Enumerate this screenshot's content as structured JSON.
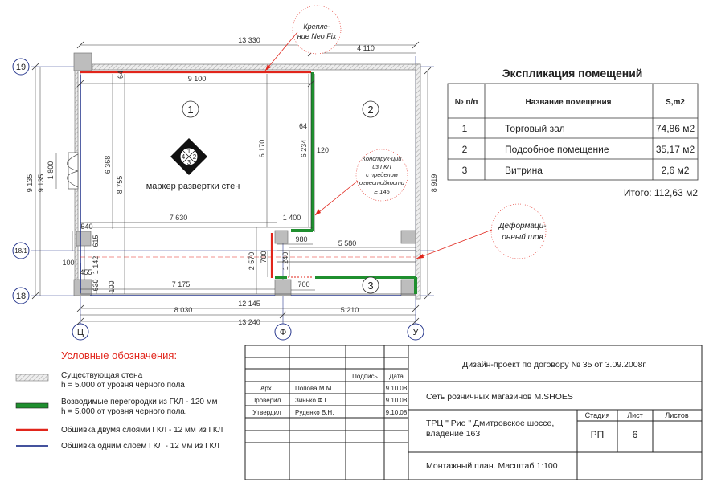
{
  "plan": {
    "axes": {
      "a19": "19",
      "a18_1": "18/1",
      "a18": "18",
      "ts": "Ц",
      "ef": "Ф",
      "u": "У"
    },
    "rooms": {
      "r1": "1",
      "r2": "2",
      "r3": "3"
    },
    "marker": {
      "label": "маркер развертки стен",
      "q1": "1",
      "q2": "2",
      "q3": "3",
      "q4": "4"
    },
    "callouts": {
      "neofix": "Крепле-\nние Neo Fix",
      "construct": "Конструк-ции\nиз ГКЛ\nс пределом\nогнестойкости\nЕ 145",
      "deform": "Деформаци-\nонный шов"
    },
    "dims": {
      "d13330": "13 330",
      "d4110": "4 110",
      "d9100": "9 100",
      "d64a": "64",
      "d64b": "64",
      "d6368": "6 368",
      "d8755": "8 755",
      "d6170": "6 170",
      "d6234": "6 234",
      "d120": "120",
      "d8919": "8 919",
      "d9135a": "9 135",
      "d9135b": "9 135",
      "d1800": "1 800",
      "d7630": "7 630",
      "d1400": "1 400",
      "d540": "540",
      "d615": "615",
      "d980": "980",
      "d5580": "5 580",
      "d100a": "100",
      "d1142": "1 142",
      "d2570": "2 570",
      "d700a": "700",
      "d1240": "1 240",
      "d455": "455",
      "d630": "630",
      "d100b": "100",
      "d7175": "7 175",
      "d700b": "700",
      "d12145": "12 145",
      "d8030": "8 030",
      "d5210": "5 210",
      "d13240": "13 240"
    }
  },
  "explication": {
    "title": "Экспликация помещений",
    "headers": {
      "num": "№ п/п",
      "name": "Название помещения",
      "area": "S,m2"
    },
    "rows": [
      {
        "num": "1",
        "name": "Торговый зал",
        "area": "74,86 м2"
      },
      {
        "num": "2",
        "name": "Подсобное помещение",
        "area": "35,17 м2"
      },
      {
        "num": "3",
        "name": "Витрина",
        "area": "2,6 м2"
      }
    ],
    "total": "Итого: 112,63 м2"
  },
  "legend": {
    "title": "Условные обозначения:",
    "items": [
      {
        "l1": "Существующая стена",
        "l2": "h = 5.000 от уровня черного пола"
      },
      {
        "l1": "Возводимые перегородки из ГКЛ - 120 мм",
        "l2": "h = 5.000 от уровня черного пола."
      },
      {
        "l1": "Обшивка двумя  слоями ГКЛ - 12  мм из ГКЛ",
        "l2": ""
      },
      {
        "l1": "Обшивка одним  слоем ГКЛ - 12  мм из ГКЛ",
        "l2": ""
      }
    ]
  },
  "stamp": {
    "contract": "Дизайн-проект по договору №   35   от    3.09.2008г.",
    "network": "Сеть розничных магазинов  M.SHOES",
    "location": "ТРЦ \" Рио \" Дмитровское шоссе,\nвладение 163",
    "sheet_title": "Монтажный план. Масштаб 1:100",
    "col_sign": "Подпись",
    "col_date": "Дата",
    "people": [
      {
        "role": "Арх.",
        "name": "Попова М.М.",
        "date": "9.10.08"
      },
      {
        "role": "Проверил.",
        "name": "Зинько Ф.Г.",
        "date": "9.10.08"
      },
      {
        "role": "Утвердил",
        "name": "Руденко В.Н.",
        "date": "9.10.08"
      }
    ],
    "stage_h": "Стадия",
    "sheet_h": "Лист",
    "sheets_h": "Листов",
    "stage": "РП",
    "sheet": "6",
    "sheets": ""
  },
  "colors": {
    "red": "#e1251b",
    "green": "#1f8f2f",
    "blue": "#2a3a8f",
    "wall": "#999999"
  }
}
